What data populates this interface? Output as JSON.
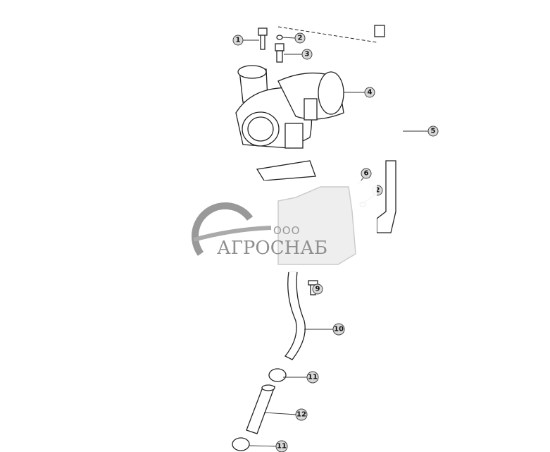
{
  "diagram": {
    "callouts": [
      {
        "label": "1"
      },
      {
        "label": "2"
      },
      {
        "label": "3"
      },
      {
        "label": "4"
      },
      {
        "label": "5"
      },
      {
        "label": "6"
      },
      {
        "label": "2"
      },
      {
        "label": "9"
      },
      {
        "label": "10"
      },
      {
        "label": "11"
      },
      {
        "label": "12"
      },
      {
        "label": "11"
      }
    ]
  },
  "watermark": {
    "prefix": "ООО",
    "name": "АГРОСНАБ"
  }
}
